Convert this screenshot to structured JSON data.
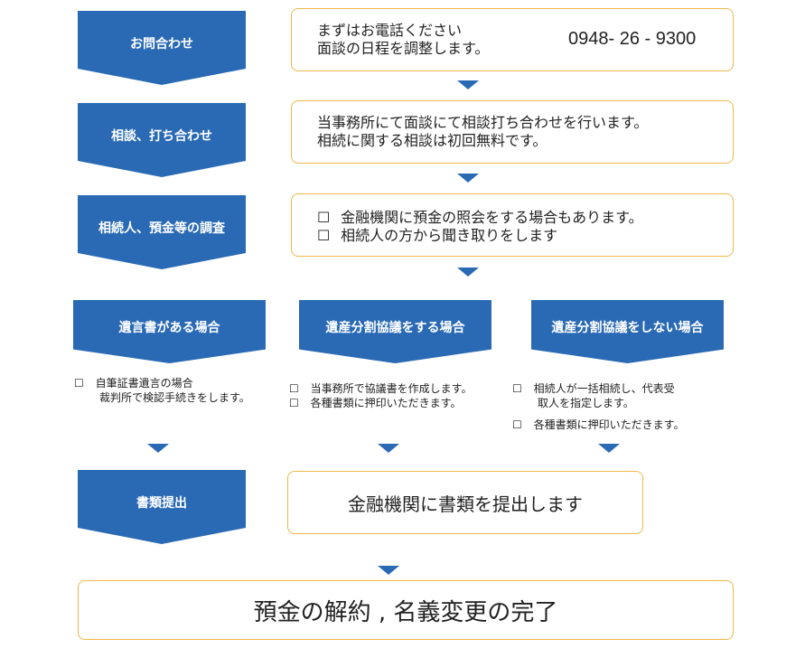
{
  "steps": {
    "inquiry": "お問合わせ",
    "consult": "相談、打ち合わせ",
    "investigate": "相続人、預金等の調査",
    "will": "遺言書がある場合",
    "partition": "遺産分割協議をする場合",
    "no_partition": "遺産分割協議をしない場合",
    "submit": "書類提出"
  },
  "boxes": {
    "inquiry_line1": "まずはお電話ください",
    "inquiry_line2": "面談の日程を調整します。",
    "phone": "0948- 26 - 9300",
    "consult_line1": "当事務所にて面談にて相談打ち合わせを行います。",
    "consult_line2": "相続に関する相談は初回無料です。",
    "investigate_line1": "金融機関に預金の照会をする場合もあります。",
    "investigate_line2": "相続人の方から聞き取りをします",
    "submit_text": "金融機関に書類を提出します",
    "final_text": "預金の解約 , 名義変更の完了"
  },
  "checkbox_glyph": "☐",
  "notes": {
    "will_1a": "自筆証書遺言の場合",
    "will_1b": "裁判所で検認手続きをします。",
    "partition_1": "当事務所で協議書を作成します。",
    "partition_2": "各種書類に押印いただきます。",
    "no_partition_1a": "相続人が一括相続し、代表受",
    "no_partition_1b": "取人を指定します。",
    "no_partition_2": "各種書類に押印いただきます。"
  },
  "colors": {
    "chevron": "#2a6ab5",
    "box_border": "#f0b84d",
    "arrow": "#2a6ab5"
  }
}
